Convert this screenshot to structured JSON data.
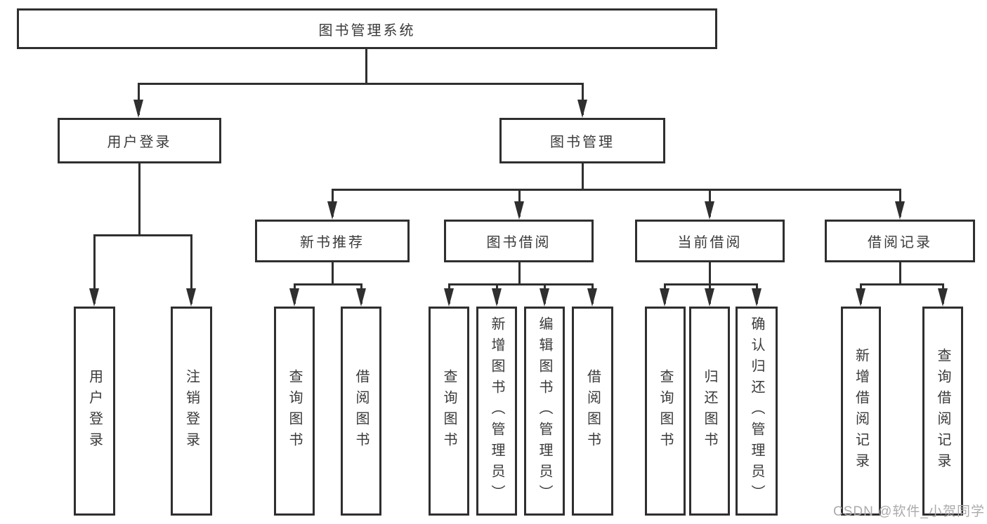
{
  "diagram": {
    "root": {
      "label": "图书管理系统",
      "children": [
        {
          "label": "用户登录",
          "children": [
            {
              "label": "用户登录"
            },
            {
              "label": "注销登录"
            }
          ]
        },
        {
          "label": "图书管理",
          "children": [
            {
              "label": "新书推荐",
              "children": [
                {
                  "label": "查询图书"
                },
                {
                  "label": "借阅图书"
                }
              ]
            },
            {
              "label": "图书借阅",
              "children": [
                {
                  "label": "查询图书"
                },
                {
                  "label": "新增图书（管理员）"
                },
                {
                  "label": "编辑图书（管理员）"
                },
                {
                  "label": "借阅图书"
                }
              ]
            },
            {
              "label": "当前借阅",
              "children": [
                {
                  "label": "查询图书"
                },
                {
                  "label": "归还图书"
                },
                {
                  "label": "确认归还（管理员）"
                }
              ]
            },
            {
              "label": "借阅记录",
              "children": [
                {
                  "label": "新增借阅记录"
                },
                {
                  "label": "查询借阅记录"
                }
              ]
            }
          ]
        }
      ]
    }
  },
  "watermark": {
    "text": "CSDN @软件_小贺同学"
  },
  "colors": {
    "line": "#2f2f2f",
    "text": "#3a3a3a",
    "watermark": "#ababab",
    "background": "#ffffff"
  }
}
